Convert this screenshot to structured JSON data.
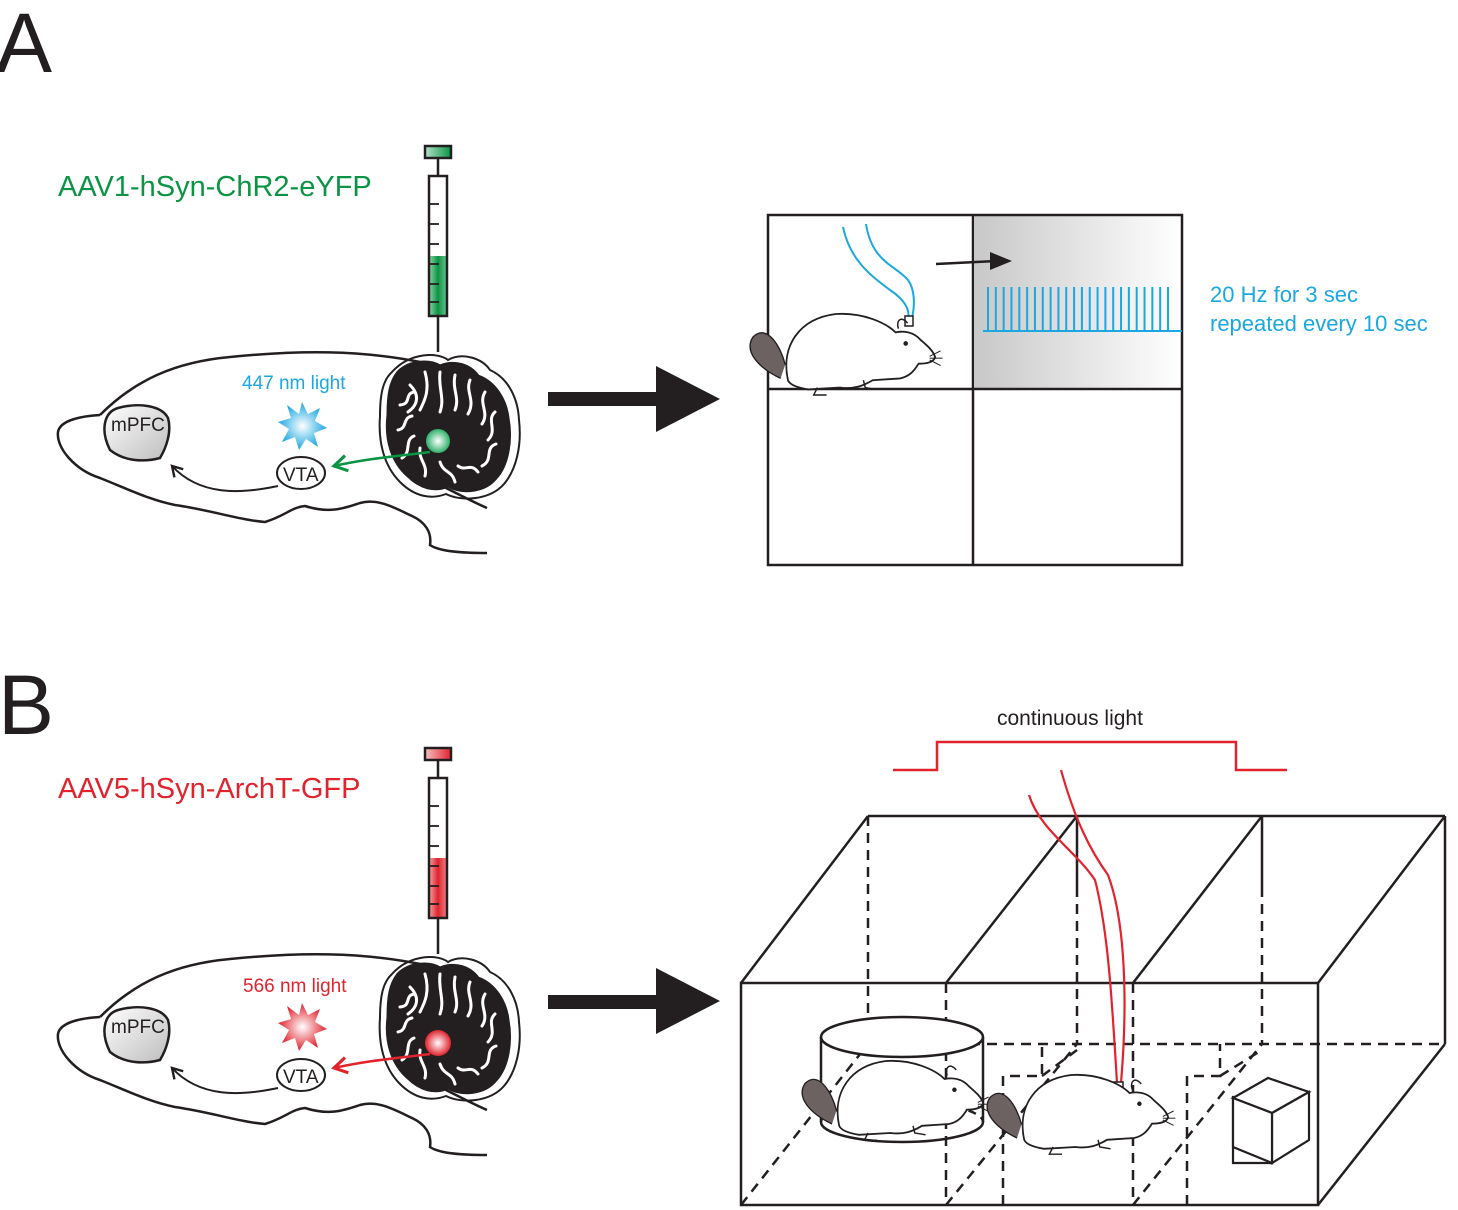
{
  "panels": {
    "a": {
      "letter": "A",
      "construct": "AAV1-hSyn-ChR2-eYFP",
      "light": "447 nm light",
      "region_mpfc": "mPFC",
      "region_vta": "VTA",
      "stim_line1": "20 Hz for 3 sec",
      "stim_line2": "repeated every 10 sec",
      "pulse_count": 24
    },
    "b": {
      "letter": "B",
      "construct": "AAV5-hSyn-ArchT-GFP",
      "light": "566 nm light",
      "region_mpfc": "mPFC",
      "region_vta": "VTA",
      "light_protocol": "continuous light"
    }
  },
  "colors": {
    "chr2_green": "#0b9444",
    "archt_red": "#e0232d",
    "blue_light": "#1ba7e0",
    "ink": "#231f20"
  }
}
